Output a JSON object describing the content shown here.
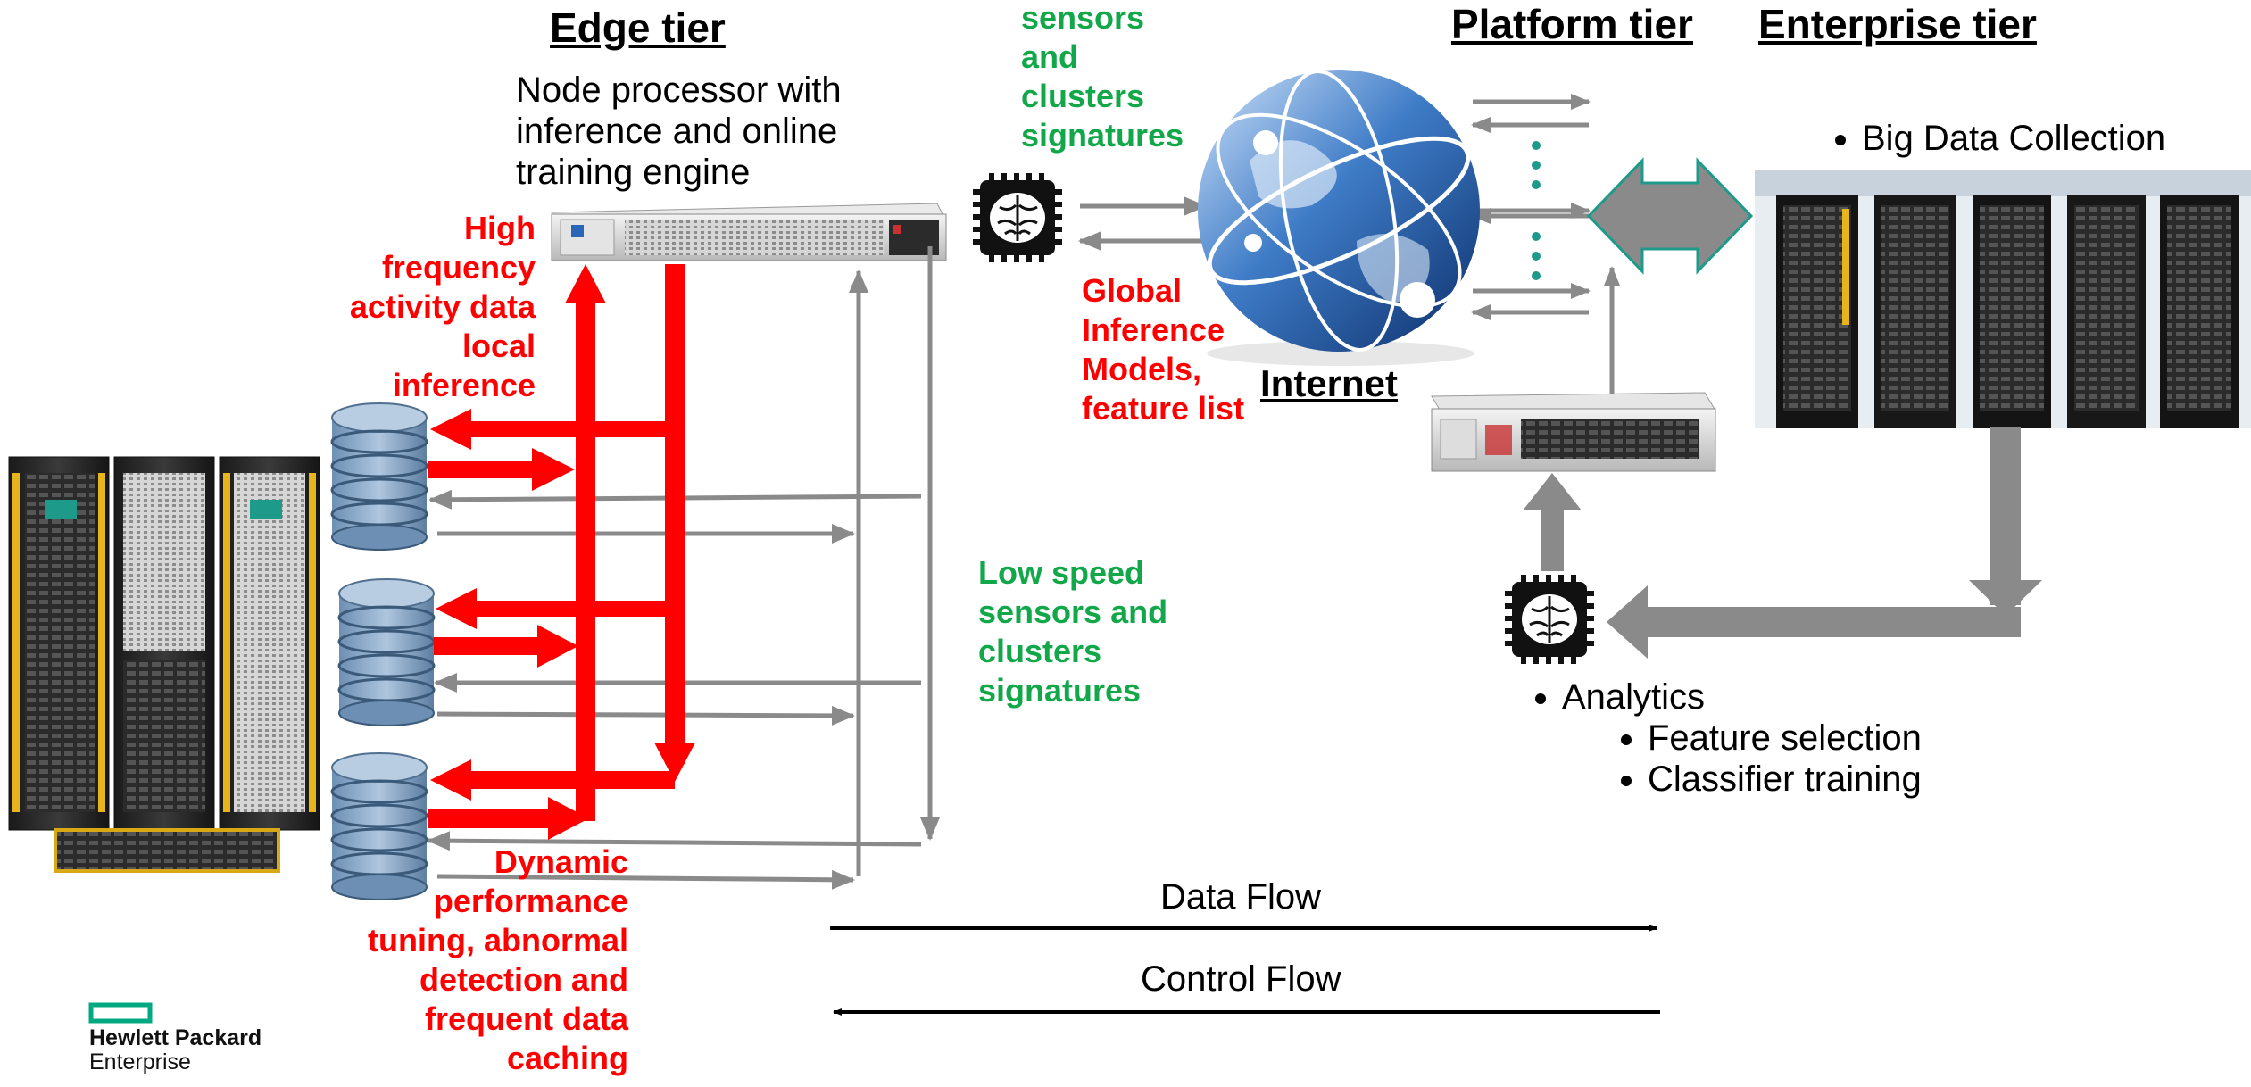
{
  "tiers": {
    "edge": "Edge tier",
    "platform": "Platform tier",
    "enterprise": "Enterprise tier"
  },
  "edge_node": {
    "description_lines": [
      "Node processor with",
      "inference and online",
      "training engine"
    ]
  },
  "labels": {
    "high_frequency": [
      "High",
      "frequency",
      "activity data",
      "local",
      "inference"
    ],
    "sensors_top": [
      "sensors",
      "and",
      "clusters",
      "signatures"
    ],
    "global_inference": [
      "Global",
      "Inference",
      "Models,",
      "feature list"
    ],
    "internet": "Internet",
    "low_speed": [
      "Low speed",
      "sensors and",
      "clusters",
      "signatures"
    ],
    "dynamic": [
      "Dynamic",
      "performance",
      "tuning, abnormal",
      "detection and",
      "frequent data",
      "caching"
    ],
    "big_data": "Big Data Collection",
    "analytics": "Analytics",
    "analytics_sub": [
      "Feature selection",
      "Classifier training"
    ],
    "data_flow": "Data Flow",
    "control_flow": "Control Flow"
  },
  "logo": {
    "line1": "Hewlett Packard",
    "line2": "Enterprise"
  },
  "icons": {
    "chip": "ai-chip-brain-icon",
    "globe": "globe-icon",
    "database": "database-cylinder-icon",
    "server": "rack-server-icon",
    "datacenter": "datacenter-racks-icon",
    "storage": "storage-rack-icon"
  },
  "colors": {
    "red": "#ff0000",
    "green": "#12a84a",
    "gray_arrow": "#8a8a8a",
    "teal": "#1e9a8a",
    "black": "#000000"
  }
}
